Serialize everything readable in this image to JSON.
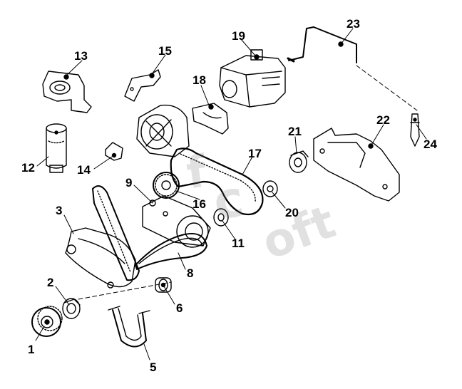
{
  "watermark": {
    "part_a": "f",
    "part_b": "c",
    "part_c": "oft"
  },
  "callouts": [
    "1",
    "2",
    "3",
    "5",
    "6",
    "8",
    "9",
    "11",
    "12",
    "13",
    "14",
    "15",
    "16",
    "17",
    "18",
    "19",
    "20",
    "21",
    "22",
    "23",
    "24"
  ],
  "colors": {
    "line": "#000000",
    "background": "#ffffff",
    "watermark": "#9a9a9a"
  }
}
